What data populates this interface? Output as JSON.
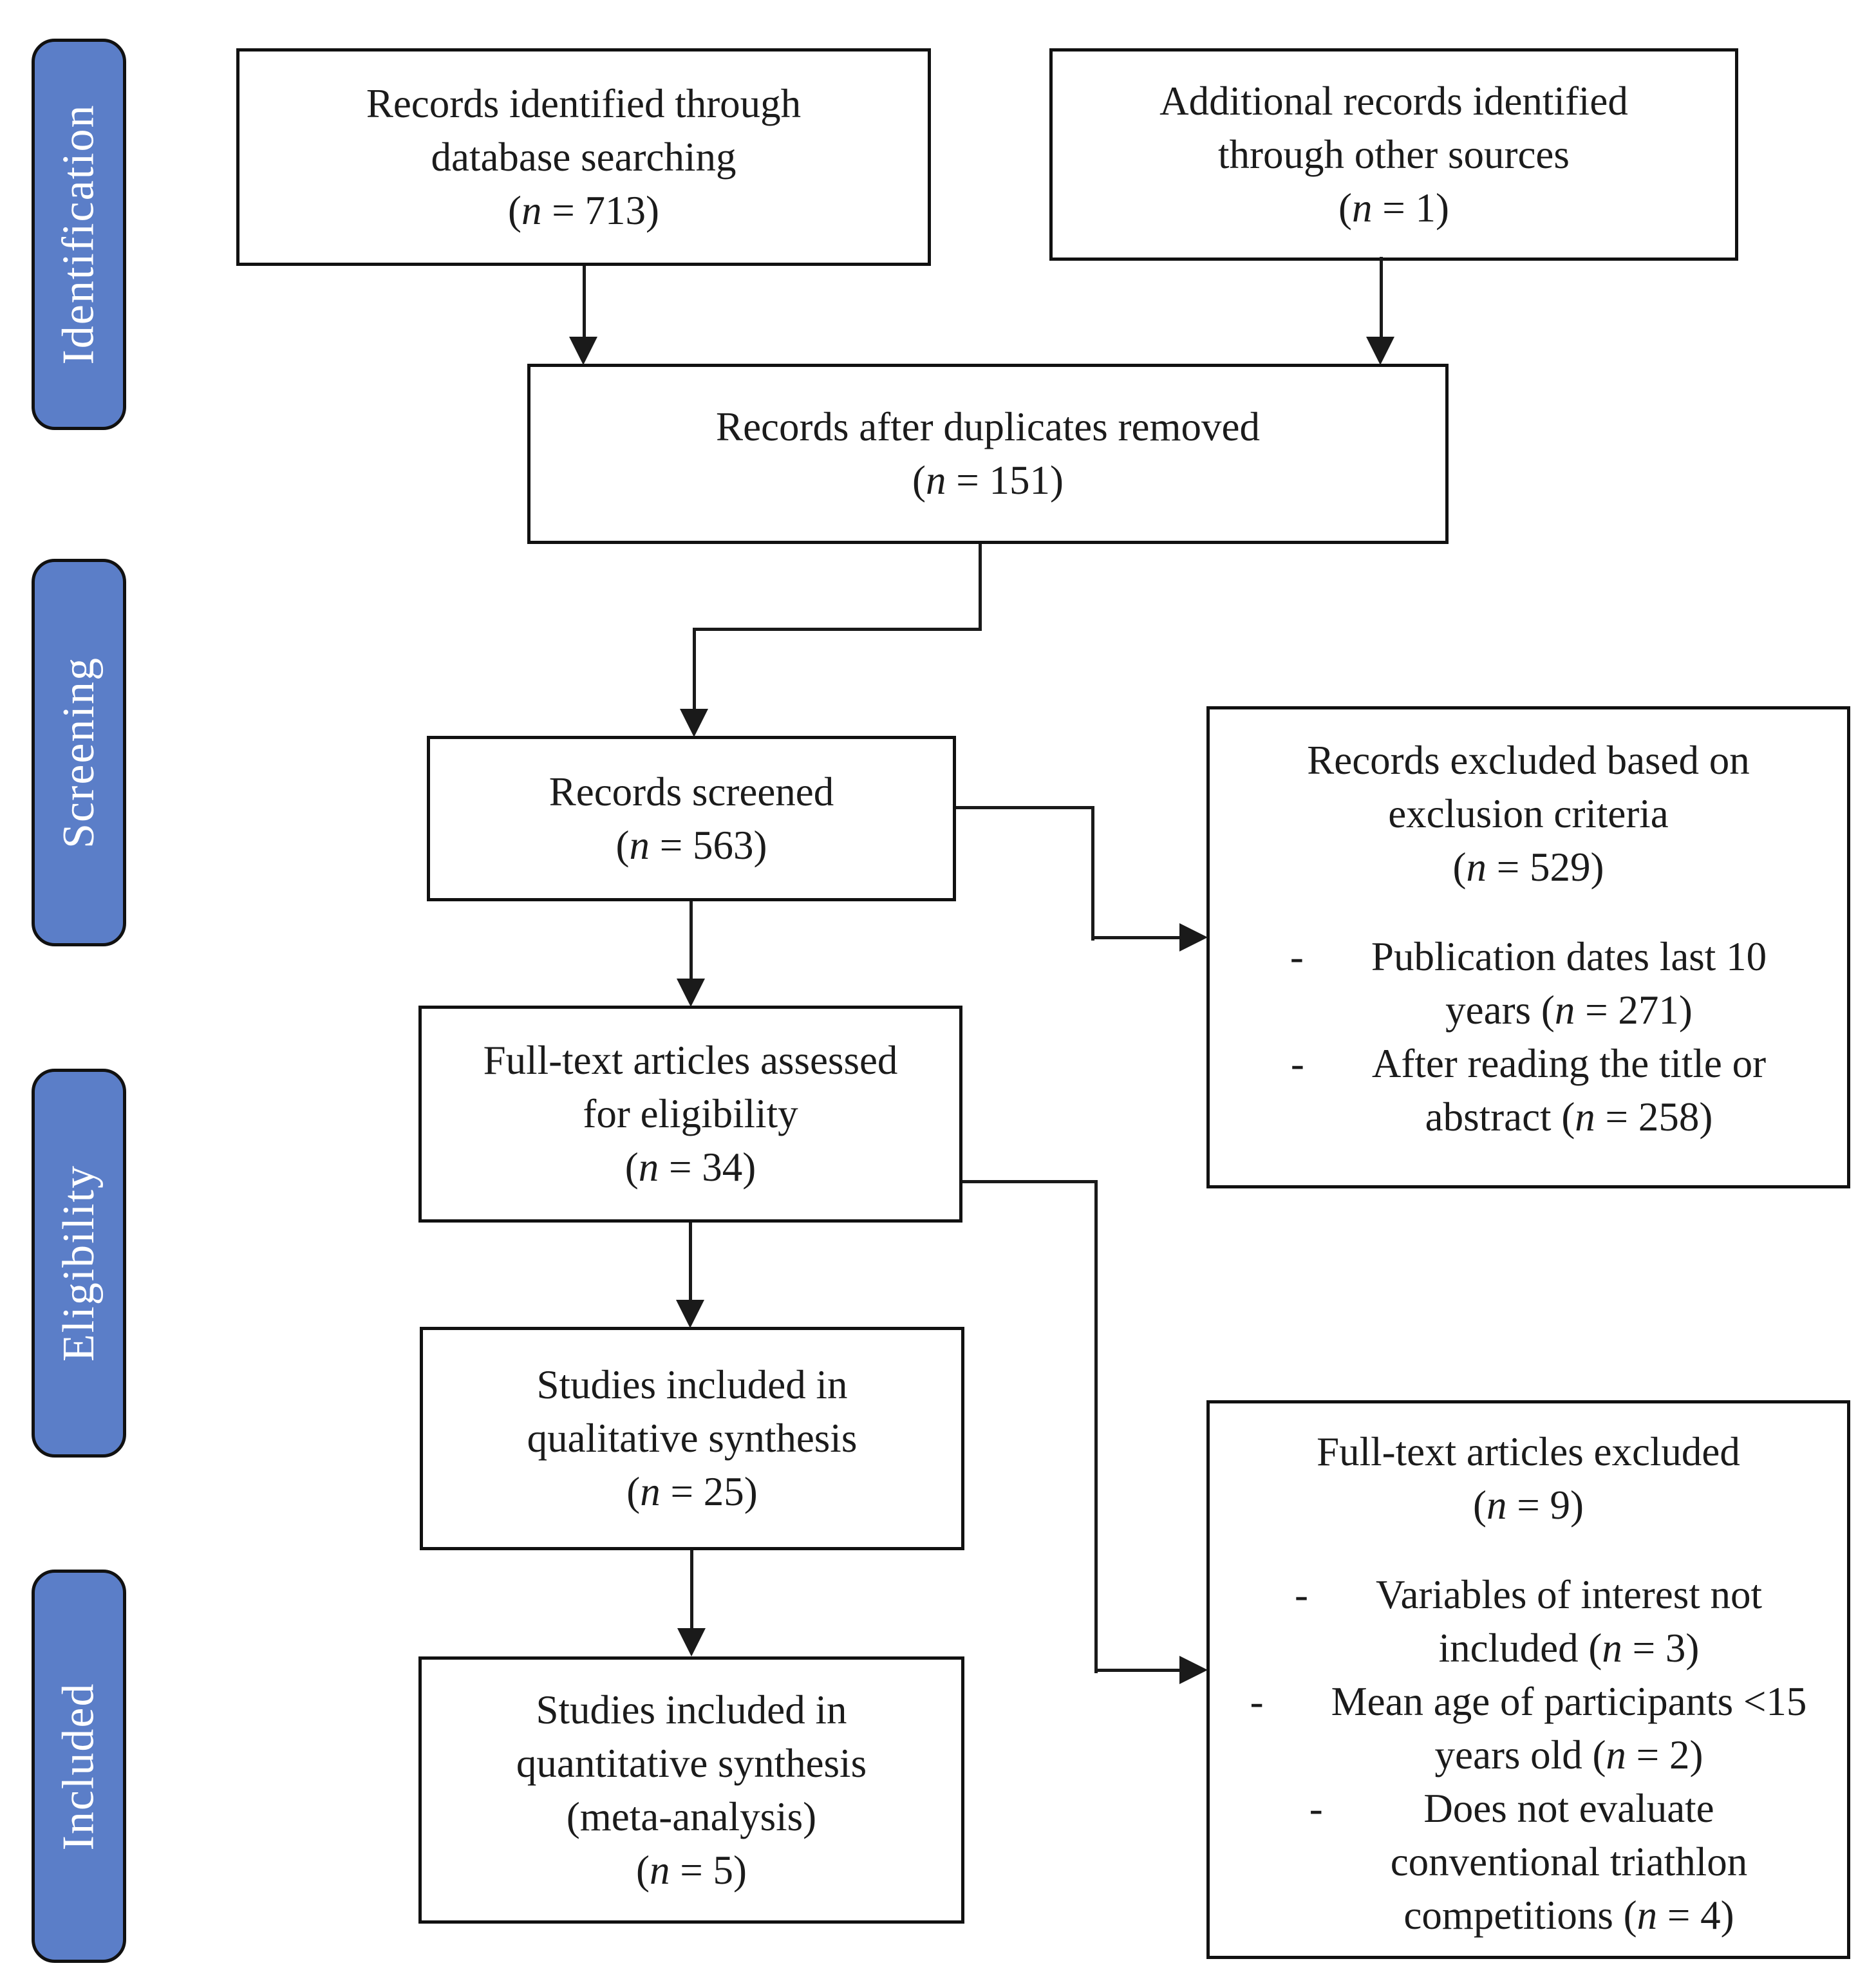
{
  "figure": {
    "type": "prisma-flow-diagram",
    "bullet_marker": "-",
    "colors": {
      "stage_fill": "#5b7ec8",
      "stage_text": "#ffffff",
      "box_border": "#111111",
      "line": "#1a1a1a",
      "background": "#ffffff"
    },
    "stages": {
      "identification": "Identification",
      "screening": "Screening",
      "eligibility": "Eligibility",
      "included": "Included"
    },
    "boxes": {
      "records_identified": {
        "lines": [
          "Records identified through",
          "database searching",
          "(n = 713)"
        ]
      },
      "additional_records": {
        "lines": [
          "Additional records identified",
          "through other sources",
          "(n = 1)"
        ]
      },
      "duplicates_removed": {
        "lines": [
          "Records after duplicates removed",
          "(n = 151)"
        ]
      },
      "records_screened": {
        "lines": [
          "Records screened",
          "(n = 563)"
        ]
      },
      "records_excluded": {
        "lines": [
          "Records excluded based on",
          "exclusion criteria",
          "(n = 529)"
        ],
        "bullets": [
          "Publication dates last 10\nyears (n = 271)",
          "After reading the title or\nabstract (n = 258)"
        ]
      },
      "fulltext_assessed": {
        "lines": [
          "Full-text articles assessed",
          "for eligibility",
          "(n = 34)"
        ]
      },
      "qualitative_synthesis": {
        "lines": [
          "Studies included in",
          "qualitative synthesis",
          "(n = 25)"
        ]
      },
      "quantitative_synthesis": {
        "lines": [
          "Studies included in",
          "quantitative synthesis",
          "(meta-analysis)",
          "(n = 5)"
        ]
      },
      "fulltext_excluded": {
        "lines": [
          "Full-text articles excluded",
          "(n = 9)"
        ],
        "bullets": [
          "Variables of interest not\nincluded (n = 3)",
          "Mean age of participants <15\nyears old (n = 2)",
          "Does not evaluate\nconventional triathlon\ncompetitions (n = 4)"
        ]
      }
    }
  }
}
